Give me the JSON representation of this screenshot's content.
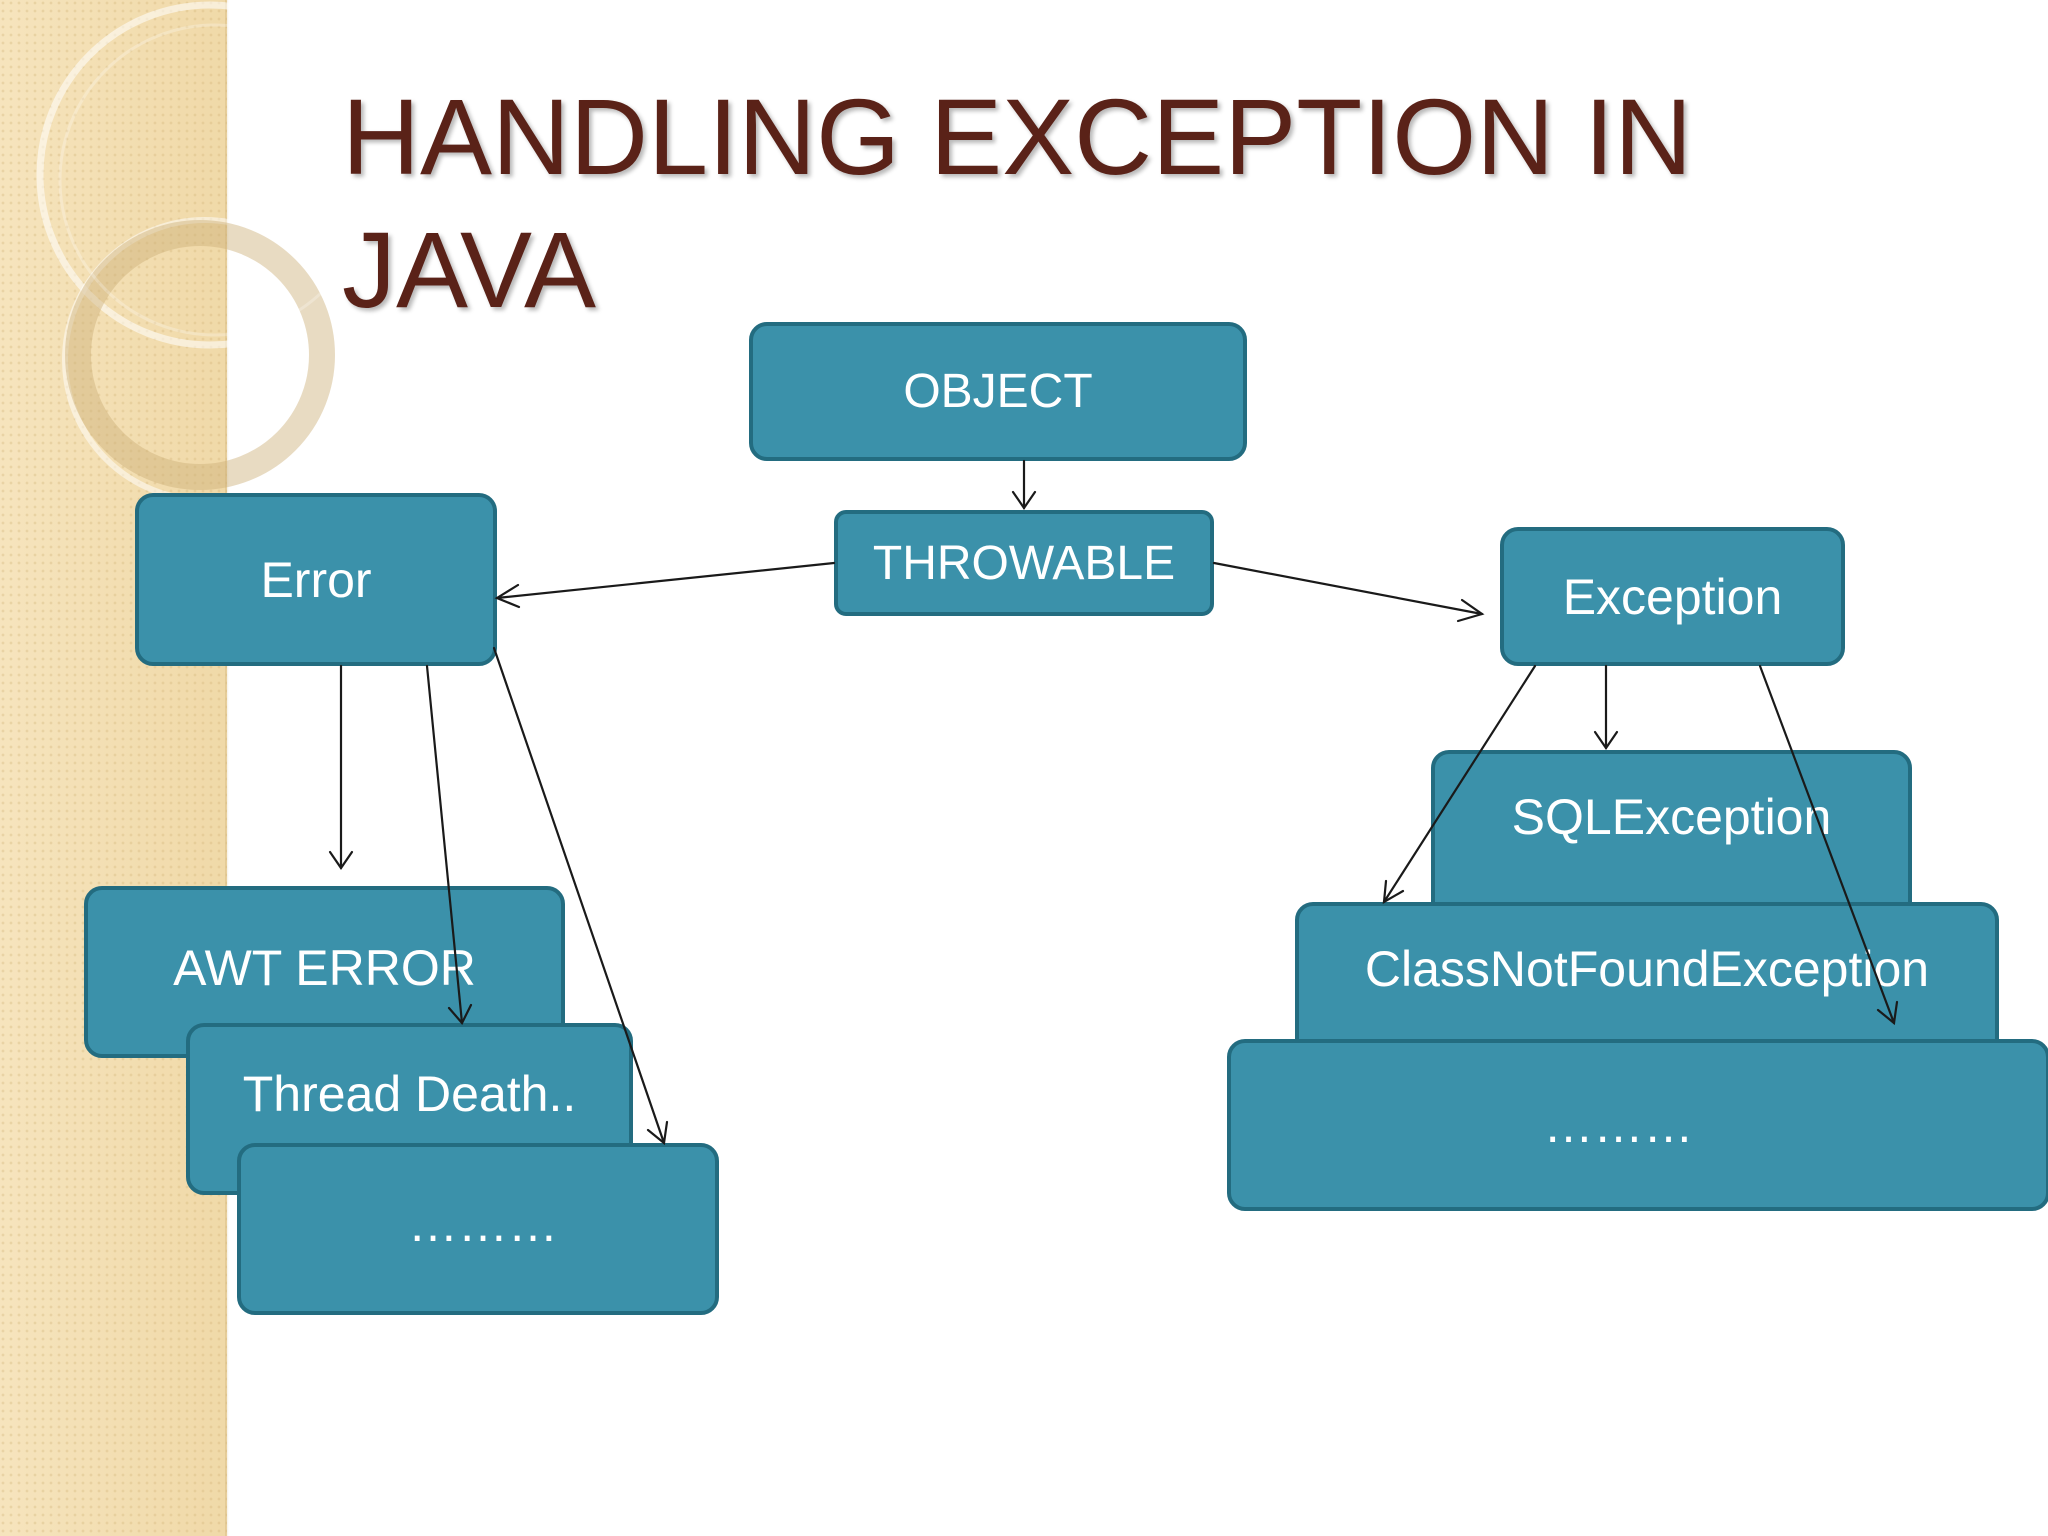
{
  "slide": {
    "title": "HANDLING EXCEPTION IN JAVA"
  },
  "nodes": {
    "object": "OBJECT",
    "throwable": "THROWABLE",
    "error": "Error",
    "exception": "Exception",
    "awt_error": "AWT ERROR",
    "thread_death": "Thread Death..",
    "error_more": "………",
    "sql_exception": "SQLException",
    "class_not_found": "ClassNotFoundException",
    "exception_more": "………"
  },
  "theme": {
    "box_fill": "#3b91aa",
    "box_border": "#236c80",
    "title_color": "#5a2218",
    "side_panel": "#f3deb0"
  }
}
